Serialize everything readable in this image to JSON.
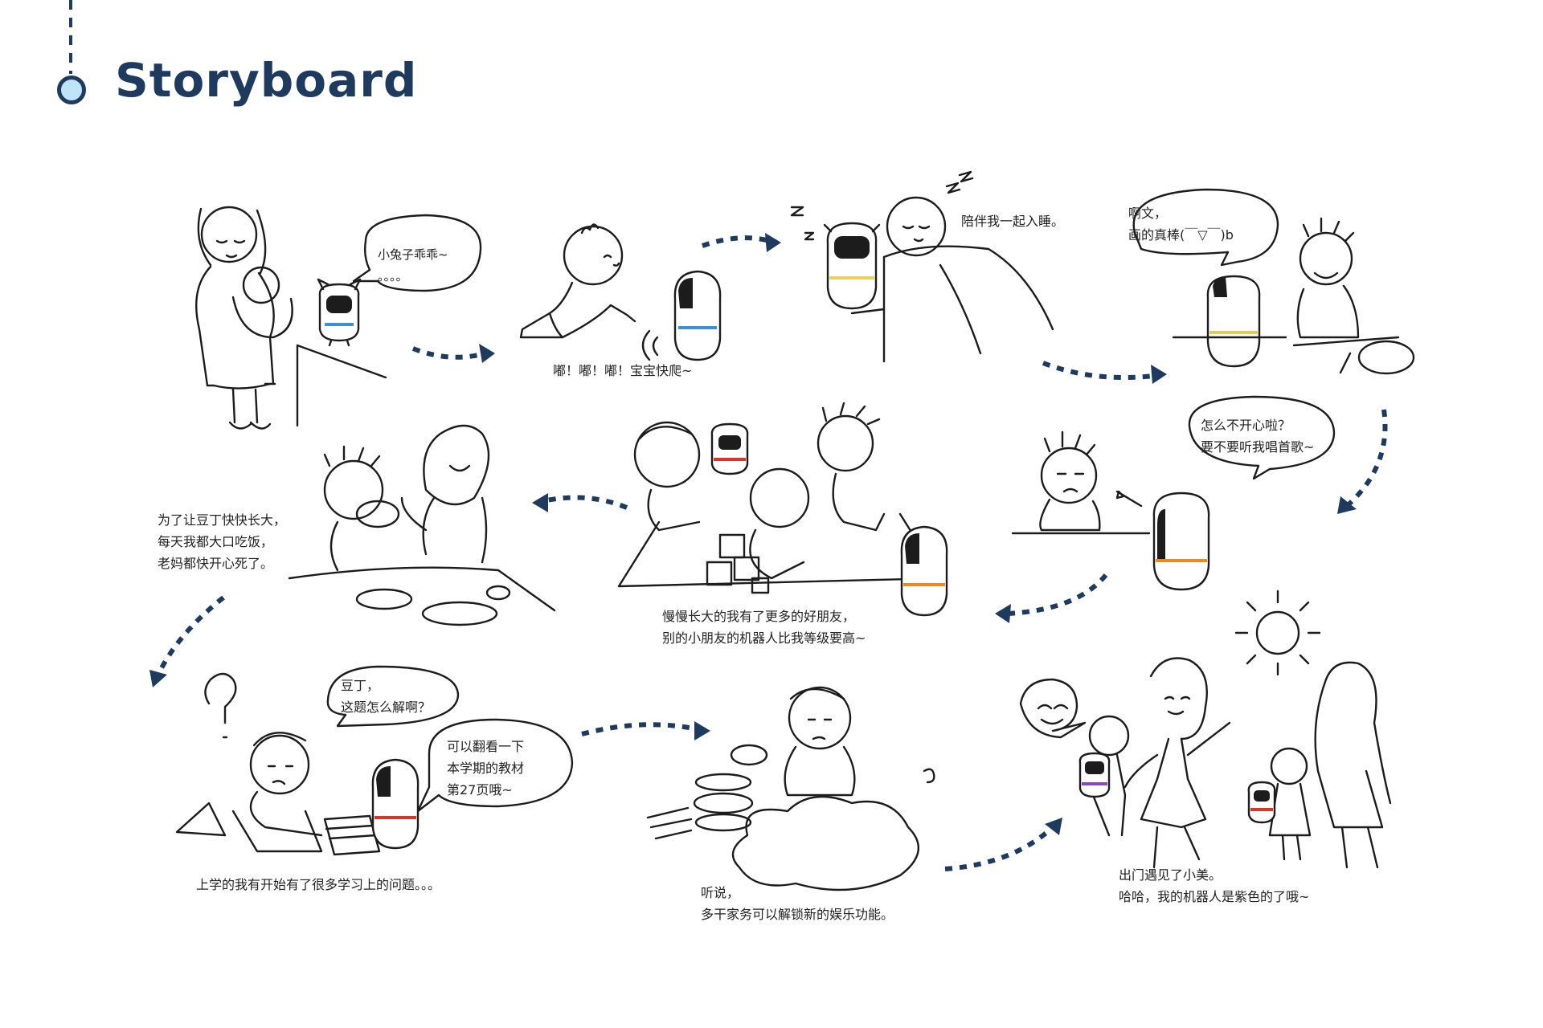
{
  "header": {
    "title": "Storyboard"
  },
  "panels": [
    {
      "id": "p1",
      "bubble": "小兔子乖乖~\n。。。。",
      "band_color": "#3b8fd9"
    },
    {
      "id": "p2",
      "caption": "嘟！嘟！嘟！宝宝快爬~",
      "band_color": "#3b8fd9"
    },
    {
      "id": "p3",
      "caption": "陪伴我一起入睡。",
      "band_color": "#e8d25a"
    },
    {
      "id": "p4",
      "bubble": "啊文，\n画的真棒(￣▽￣)b",
      "band_color": "#e8c95a"
    },
    {
      "id": "p5",
      "bubble": "怎么不开心啦？\n要不要听我唱首歌~",
      "band_color": "#e88a2a"
    },
    {
      "id": "p6",
      "caption": "慢慢长大的我有了更多的好朋友，\n别的小朋友的机器人比我等级要高~",
      "band_color": "#e88a2a",
      "other_band_color": "#d9352c"
    },
    {
      "id": "p7",
      "caption": "为了让豆丁快快长大，\n每天我都大口吃饭，\n老妈都快开心死了。"
    },
    {
      "id": "p8",
      "bubble_kid": "豆丁，\n这题怎么解啊？",
      "bubble_robot": "可以翻看一下\n本学期的教材\n第27页哦~",
      "caption": "上学的我有开始有了很多学习上的问题。。。",
      "band_color": "#d9352c"
    },
    {
      "id": "p9",
      "caption": "听说，\n多干家务可以解锁新的娱乐功能。"
    },
    {
      "id": "p10",
      "caption": "出门遇见了小美。\n哈哈，我的机器人是紫色的了哦~",
      "band_color": "#8b4ab0",
      "other_band_color": "#d9352c"
    }
  ],
  "colors": {
    "accent": "#1f3a5f",
    "timeline_dot": "#bfe3f7"
  },
  "icons": [
    "timeline-dot-icon",
    "flow-arrow-icon",
    "robot-icon",
    "sun-icon",
    "question-mark-icon",
    "sleep-z-icon"
  ]
}
